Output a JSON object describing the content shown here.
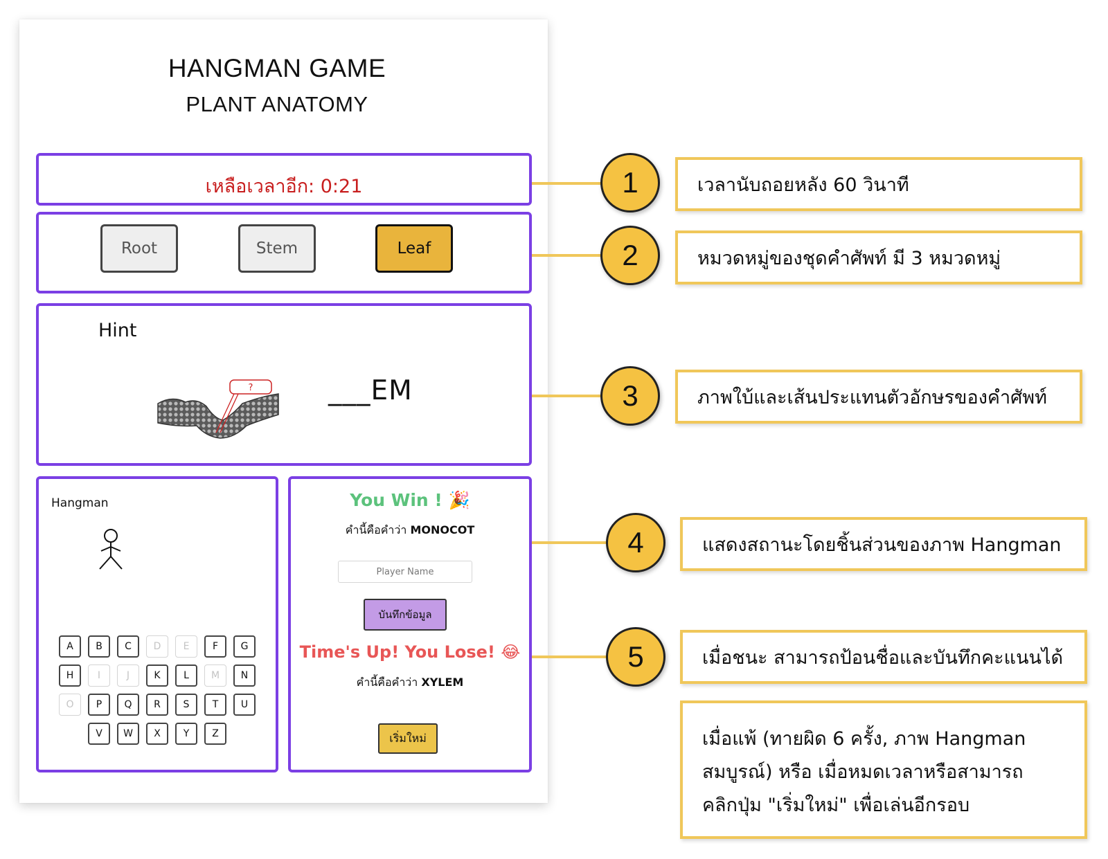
{
  "app": {
    "title": "HANGMAN GAME",
    "subtitle": "PLANT ANATOMY"
  },
  "timer": {
    "text": "เหลือเวลาอีก: 0:21"
  },
  "categories": [
    {
      "label": "Root",
      "active": false
    },
    {
      "label": "Stem",
      "active": false
    },
    {
      "label": "Leaf",
      "active": true
    }
  ],
  "hint": {
    "label": "Hint",
    "image_marker": "?",
    "masked_word": "___EM"
  },
  "hangman": {
    "label": "Hangman",
    "keyboard_rows": [
      [
        {
          "k": "A",
          "used": false
        },
        {
          "k": "B",
          "used": false
        },
        {
          "k": "C",
          "used": false
        },
        {
          "k": "D",
          "used": true
        },
        {
          "k": "E",
          "used": true
        },
        {
          "k": "F",
          "used": false
        },
        {
          "k": "G",
          "used": false
        }
      ],
      [
        {
          "k": "H",
          "used": false
        },
        {
          "k": "I",
          "used": true
        },
        {
          "k": "J",
          "used": true
        },
        {
          "k": "K",
          "used": false
        },
        {
          "k": "L",
          "used": false
        },
        {
          "k": "M",
          "used": true
        },
        {
          "k": "N",
          "used": false
        }
      ],
      [
        {
          "k": "O",
          "used": true
        },
        {
          "k": "P",
          "used": false
        },
        {
          "k": "Q",
          "used": false
        },
        {
          "k": "R",
          "used": false
        },
        {
          "k": "S",
          "used": false
        },
        {
          "k": "T",
          "used": false
        },
        {
          "k": "U",
          "used": false
        }
      ],
      [
        {
          "k": "V",
          "used": false
        },
        {
          "k": "W",
          "used": false
        },
        {
          "k": "X",
          "used": false
        },
        {
          "k": "Y",
          "used": false
        },
        {
          "k": "Z",
          "used": false
        }
      ]
    ]
  },
  "result": {
    "win_text": "You Win !",
    "win_emoji": "🎉",
    "win_answer_prefix": "คำนี้คือคำว่า",
    "win_answer_word": "MONOCOT",
    "player_name_placeholder": "Player Name",
    "save_label": "บันทึกข้อมูล",
    "lose_text": "Time's Up! You Lose!",
    "lose_emoji": "😂",
    "lose_answer_prefix": "คำนี้คือคำว่า",
    "lose_answer_word": "XYLEM",
    "restart_label": "เริ่มใหม่"
  },
  "annotations": [
    {
      "number": "1",
      "text": "เวลานับถอยหลัง  60  วินาที"
    },
    {
      "number": "2",
      "text": "หมวดหมู่ของชุดคำศัพท์ มี 3 หมวดหมู่"
    },
    {
      "number": "3",
      "text": "ภาพใบ้และเส้นประแทนตัวอักษรของคำศัพท์"
    },
    {
      "number": "4",
      "text": "แสดงสถานะโดยชิ้นส่วนของภาพ Hangman"
    },
    {
      "number": "5",
      "text": "เมื่อชนะ สามารถป้อนชื่อและบันทึกคะแนนได้"
    }
  ],
  "annotation_extra": {
    "line1": "เมื่อแพ้ (ทายผิด 6 ครั้ง, ภาพ Hangman",
    "line2": "สมบูรณ์)  หรือ เมื่อหมดเวลาหรือสามารถ",
    "line3": "คลิกปุ่ม \"เริ่มใหม่\" เพื่อเล่นอีกรอบ"
  },
  "colors": {
    "panel_border": "#7b3fe4",
    "timer_text": "#c81e1e",
    "active_category": "#e9b43c",
    "win_text": "#5cc27c",
    "lose_text": "#e85656",
    "save_button": "#c39be6",
    "restart_button": "#ecc44a",
    "annotation_accent": "#f5c242"
  }
}
